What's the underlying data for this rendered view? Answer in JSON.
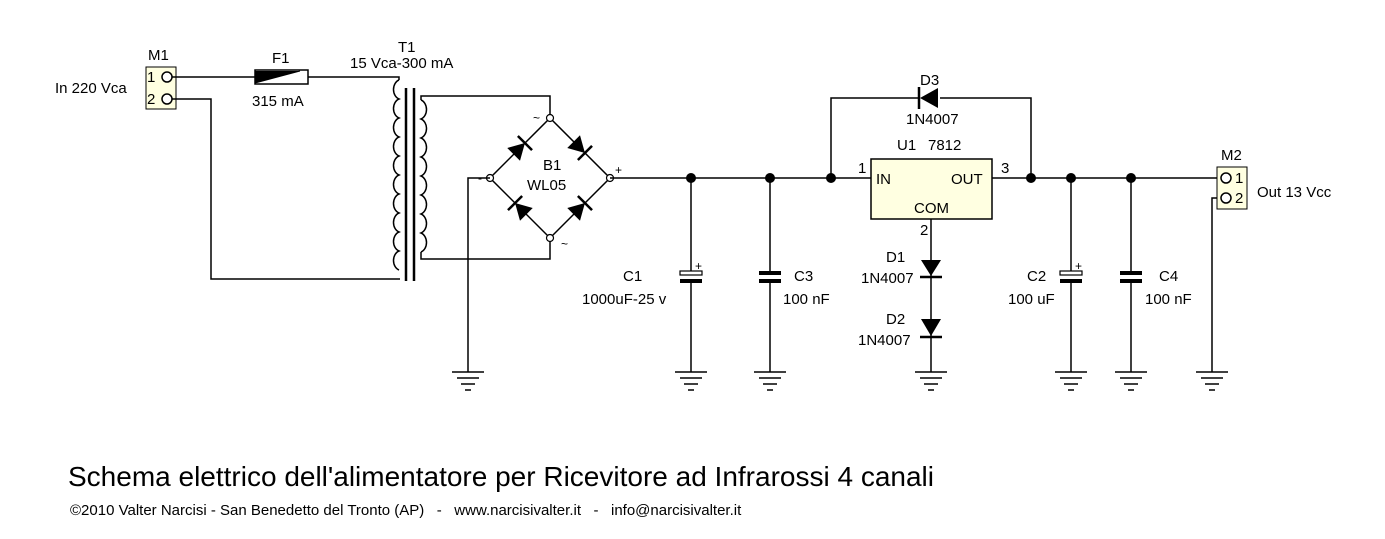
{
  "components": {
    "m1": {
      "ref": "M1",
      "pin1": "1",
      "pin2": "2",
      "input_label": "In 220 Vca"
    },
    "f1": {
      "ref": "F1",
      "value": "315 mA"
    },
    "t1": {
      "ref": "T1",
      "value": "15 Vca-300 mA"
    },
    "b1": {
      "ref": "B1",
      "value": "WL05",
      "minus": "-",
      "plus": "+",
      "ac": "~"
    },
    "c1": {
      "ref": "C1",
      "value": "1000uF-25 v",
      "polarity": "+"
    },
    "c3": {
      "ref": "C3",
      "value": "100 nF"
    },
    "d3": {
      "ref": "D3",
      "value": "1N4007"
    },
    "u1": {
      "ref": "U1",
      "value": "7812",
      "in": "IN",
      "out": "OUT",
      "com": "COM",
      "pin_in": "1",
      "pin_com": "2",
      "pin_out": "3"
    },
    "d1": {
      "ref": "D1",
      "value": "1N4007"
    },
    "d2": {
      "ref": "D2",
      "value": "1N4007"
    },
    "c2": {
      "ref": "C2",
      "value": "100 uF",
      "polarity": "+"
    },
    "c4": {
      "ref": "C4",
      "value": "100 nF"
    },
    "m2": {
      "ref": "M2",
      "pin1": "1",
      "pin2": "2",
      "output_label": "Out 13 Vcc"
    }
  },
  "footer": {
    "title": "Schema elettrico dell'alimentatore per Ricevitore ad Infrarossi 4 canali",
    "credits": "©2010 Valter Narcisi - San Benedetto del Tronto (AP)   -   www.narcisivalter.it   -   info@narcisivalter.it"
  },
  "colors": {
    "ink": "#000000",
    "regulator_fill": "#ffffe1",
    "connector_fill": "#ffffe1",
    "background": "#ffffff"
  }
}
